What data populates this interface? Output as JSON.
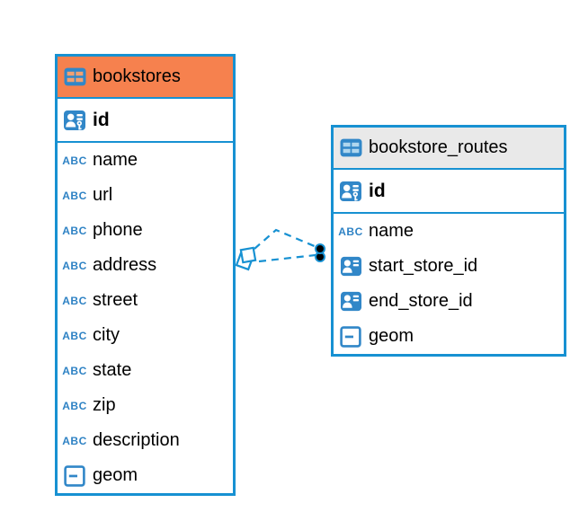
{
  "diagram_type": "entity-relationship",
  "colors": {
    "accent_blue": "#1791D2",
    "icon_blue": "#3187C8",
    "text_type_blue": "#2E82C4",
    "selected_header_orange": "#F6814E",
    "header_gray": "#E9E9E9",
    "table_icon_cell_on_orange": "#F2A072",
    "table_icon_cell_on_gray": "#AFD6EE",
    "relation_dot_black": "#000000",
    "background": "#FFFFFF"
  },
  "icons": {
    "text_type_glyph": "ABC"
  },
  "tables": [
    {
      "name": "bookstores",
      "header_fill": "#F6814E",
      "header_style": "selected",
      "columns": [
        {
          "name": "id",
          "type": "primary-key"
        },
        {
          "name": "name",
          "type": "text"
        },
        {
          "name": "url",
          "type": "text"
        },
        {
          "name": "phone",
          "type": "text"
        },
        {
          "name": "address",
          "type": "text"
        },
        {
          "name": "street",
          "type": "text"
        },
        {
          "name": "city",
          "type": "text"
        },
        {
          "name": "state",
          "type": "text"
        },
        {
          "name": "zip",
          "type": "text"
        },
        {
          "name": "description",
          "type": "text"
        },
        {
          "name": "geom",
          "type": "geometry"
        }
      ]
    },
    {
      "name": "bookstore_routes",
      "header_fill": "#E9E9E9",
      "header_style": "default",
      "columns": [
        {
          "name": "id",
          "type": "primary-key"
        },
        {
          "name": "name",
          "type": "text"
        },
        {
          "name": "start_store_id",
          "type": "reference"
        },
        {
          "name": "end_store_id",
          "type": "reference"
        },
        {
          "name": "geom",
          "type": "geometry"
        }
      ]
    }
  ],
  "relations": [
    {
      "from_table": "bookstore_routes",
      "to_table": "bookstores",
      "style": "dashed"
    },
    {
      "from_table": "bookstore_routes",
      "to_table": "bookstores",
      "style": "dashed"
    }
  ]
}
